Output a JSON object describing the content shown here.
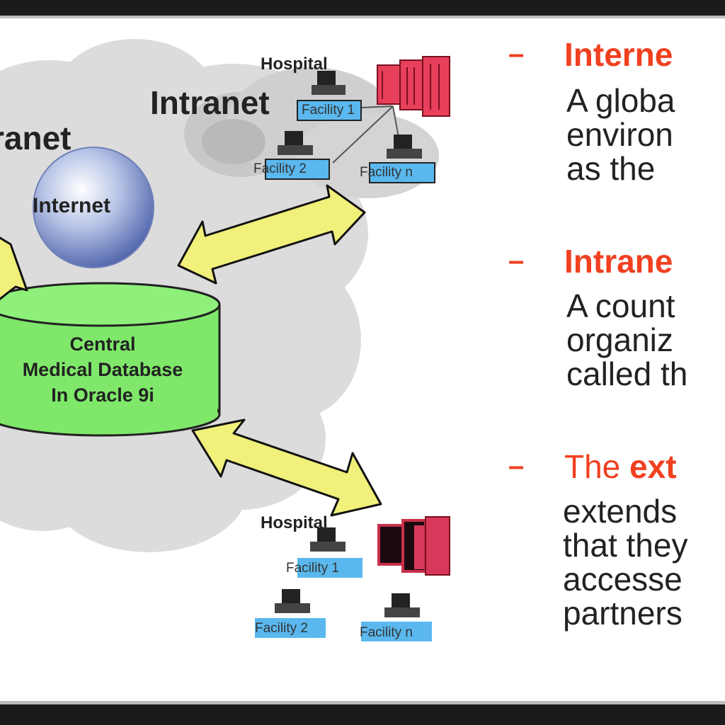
{
  "diagram": {
    "left_cloud_label": "ranet",
    "top_cloud_label": "Intranet",
    "globe_label": "Internet",
    "database_label_lines": [
      "Central",
      "Medical Database",
      "In Oracle 9i"
    ],
    "hospital_top": {
      "label": "Hospital",
      "facilities": [
        "Facility 1",
        "Facility 2",
        "Facility n"
      ]
    },
    "hospital_bottom": {
      "label": "Hospital",
      "facilities": [
        "Facility 1",
        "Facility 2",
        "Facility n"
      ]
    }
  },
  "text_panel": {
    "items": [
      {
        "bullet": "–",
        "heading": "Interne",
        "body_lines": [
          "A globa",
          "environ",
          "as the"
        ]
      },
      {
        "bullet": "–",
        "heading": "Intrane",
        "body_lines": [
          "A count",
          "organiz",
          "called th"
        ]
      },
      {
        "bullet": "–",
        "heading_plain": "The ",
        "heading_bold": "ext",
        "body_lines": [
          "extends",
          "that they",
          "accesse",
          "partners"
        ]
      }
    ]
  },
  "colors": {
    "accent_red": "#f04020",
    "database_fill": "#7fe86a",
    "arrow_fill": "#f0f07a",
    "server_red": "#e8405a",
    "facility_blue": "#5ab8ee",
    "cloud_gray": "#dcdcdc"
  }
}
